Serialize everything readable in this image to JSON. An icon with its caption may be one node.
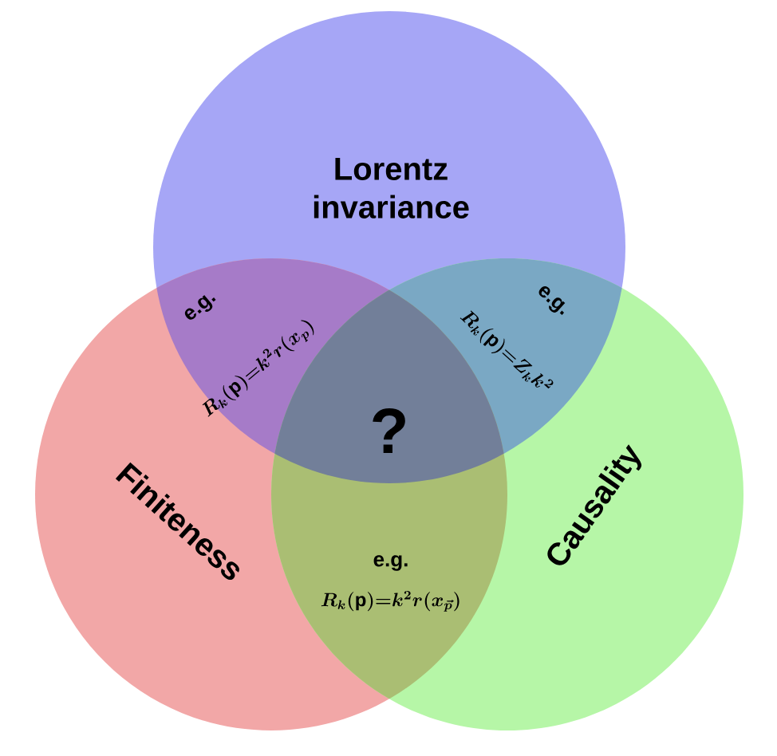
{
  "diagram": {
    "nodes": [
      {
        "text": [
          "Lorentz invariance"
        ]
      },
      {
        "text": [
          "Finiteness"
        ]
      },
      {
        "text": [
          "Causality"
        ]
      }
    ],
    "labels": [
      "e.g.",
      "R_k(\\mathrm{p}){=}k^2r(x_p)",
      "e.g.",
      "R_k(\\mathrm{p}){=}Z_k k^2",
      "?",
      "e.g.",
      "R_k(\\mathrm{p}){=}k^2r(x_{\\vec{p}})"
    ]
  }
}
